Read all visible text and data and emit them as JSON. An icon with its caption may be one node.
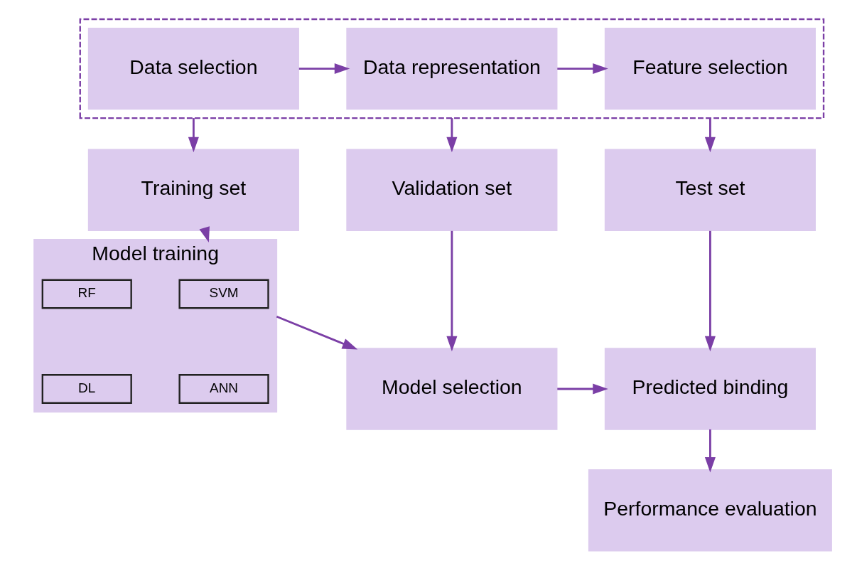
{
  "diagram": {
    "nodes": [
      {
        "text": [],
        "shape": "box"
      },
      {
        "text": [
          "Data selection"
        ],
        "in": 0
      },
      {
        "text": [
          "Data representation"
        ],
        "in": 0
      },
      {
        "text": [
          "Feature selection"
        ],
        "in": 0
      },
      {
        "text": [
          "Training set"
        ]
      },
      {
        "text": [
          "Validation set"
        ]
      },
      {
        "text": [
          "Test set"
        ]
      },
      {
        "text": [
          "Model training"
        ]
      },
      {
        "text": [
          "SVM"
        ],
        "in": 7
      },
      {
        "text": [
          "RF"
        ],
        "in": 7
      },
      {
        "text": [
          "ANN"
        ],
        "in": 7
      },
      {
        "text": [
          "DL"
        ],
        "in": 7
      },
      {
        "text": [
          "Model selection"
        ]
      },
      {
        "text": [
          "Predicted binding"
        ]
      },
      {
        "text": [
          "Performance evaluation"
        ]
      }
    ],
    "edges": [
      {
        "from": 1,
        "to": 2,
        "arrow": "to"
      },
      {
        "from": 2,
        "to": 3,
        "arrow": "to"
      },
      {
        "from": 0,
        "to": 4,
        "arrow": "to"
      },
      {
        "from": 0,
        "to": 5,
        "arrow": "to"
      },
      {
        "from": 0,
        "to": 6,
        "arrow": "to"
      },
      {
        "from": 4,
        "to": 7,
        "arrow": "to"
      },
      {
        "from": 5,
        "to": 12,
        "arrow": "to"
      },
      {
        "from": 6,
        "to": 13,
        "arrow": "to"
      },
      {
        "from": 7,
        "to": 12,
        "arrow": "to"
      },
      {
        "from": 12,
        "to": 13,
        "arrow": "to"
      },
      {
        "from": 13,
        "to": 14,
        "arrow": "to"
      }
    ]
  }
}
